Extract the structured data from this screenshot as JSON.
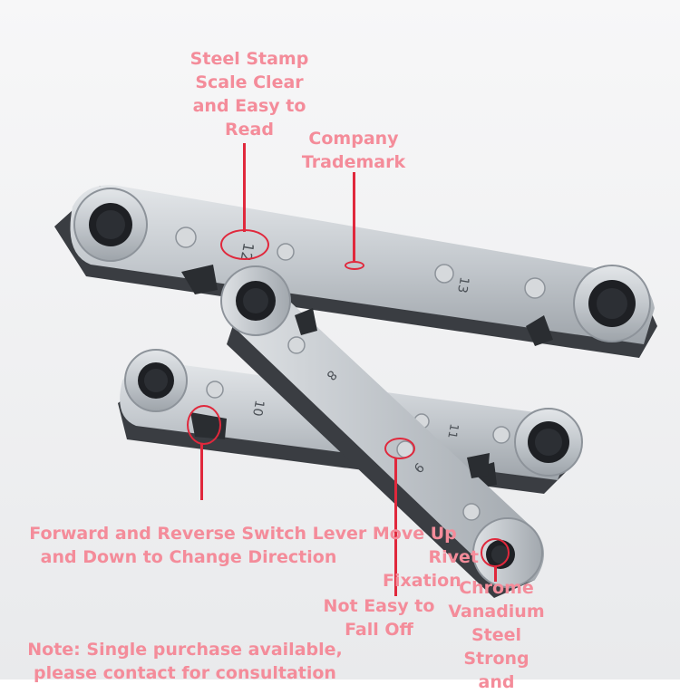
{
  "photo": {
    "background_color": "#f1f1f2",
    "steel_color": "#c9cdd1",
    "accent_color": "#e0283c",
    "label_color": "#f48c9a"
  },
  "stamps": {
    "large_wrench_left": "12",
    "large_wrench_right": "13",
    "small_wrench_left": "10",
    "small_wrench_right": "11",
    "diagonal_wrench_top": "8",
    "diagonal_wrench_bottom": "9"
  },
  "annotations": {
    "steel_stamp_line1": "Steel Stamp",
    "steel_stamp_line2": "Scale Clear",
    "steel_stamp_line3": "and Easy to",
    "steel_stamp_line4": "Read",
    "trademark_line1": "Company",
    "trademark_line2": "Trademark",
    "switch_line1": "Forward and Reverse Switch Lever Move Up",
    "switch_line2": "and Down to Change Direction",
    "rivet_line1": "Rivet",
    "rivet_line2": "Fixation",
    "rivet_line3": "Not Easy to",
    "rivet_line4": "Fall Off",
    "chrome_line1": "Chrome",
    "chrome_line2": "Vanadium",
    "chrome_line3": "Steel",
    "chrome_line4": "Strong",
    "chrome_line5": "and",
    "note_line1": "Note: Single purchase available,",
    "note_line2": "please contact for consultation"
  }
}
